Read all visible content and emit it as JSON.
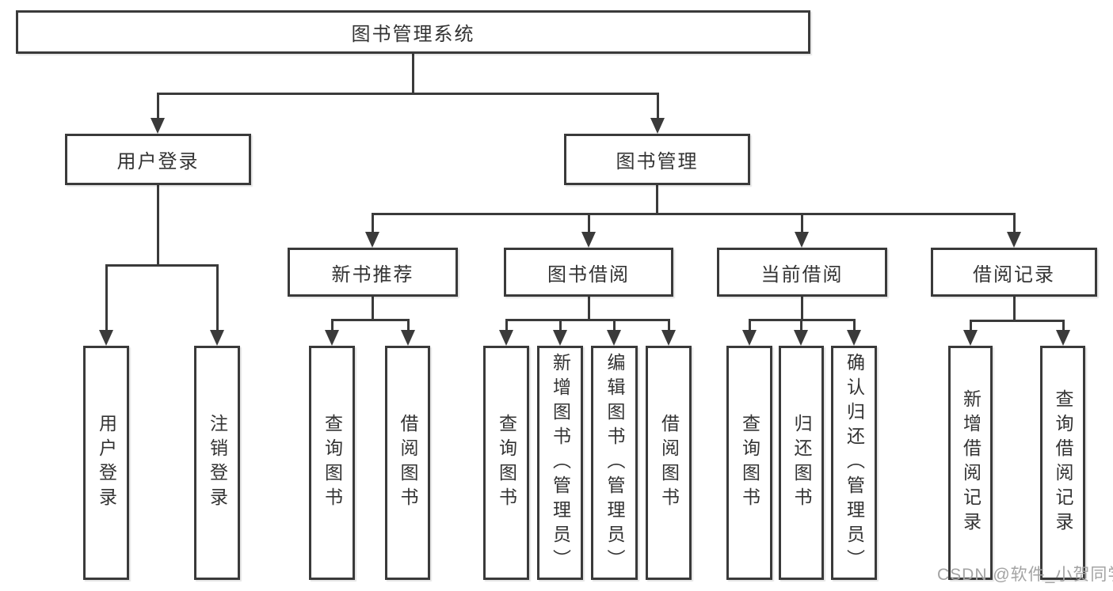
{
  "diagram": {
    "title": "图书管理系统",
    "watermark": "CSDN @软件_小贺同学",
    "colors": {
      "line": "#3a3a3a",
      "box_border": "#3a3a3a",
      "text": "#333333",
      "background": "#ffffff",
      "watermark": "#a3a3a3"
    },
    "nodes": [
      {
        "id": "root",
        "label": "图书管理系统",
        "level": 1,
        "parent": null,
        "orientation": "horizontal"
      },
      {
        "id": "user-login",
        "label": "用户登录",
        "level": 2,
        "parent": "root",
        "orientation": "horizontal"
      },
      {
        "id": "book-mgmt",
        "label": "图书管理",
        "level": 2,
        "parent": "root",
        "orientation": "horizontal"
      },
      {
        "id": "new-book-rec",
        "label": "新书推荐",
        "level": 3,
        "parent": "book-mgmt",
        "orientation": "horizontal"
      },
      {
        "id": "book-borrow",
        "label": "图书借阅",
        "level": 3,
        "parent": "book-mgmt",
        "orientation": "horizontal"
      },
      {
        "id": "current-borrow",
        "label": "当前借阅",
        "level": 3,
        "parent": "book-mgmt",
        "orientation": "horizontal"
      },
      {
        "id": "borrow-records",
        "label": "借阅记录",
        "level": 3,
        "parent": "book-mgmt",
        "orientation": "horizontal"
      },
      {
        "id": "login",
        "label": "用户登录",
        "level": 4,
        "parent": "user-login",
        "orientation": "vertical"
      },
      {
        "id": "logout",
        "label": "注销登录",
        "level": 4,
        "parent": "user-login",
        "orientation": "vertical"
      },
      {
        "id": "rec-query-books",
        "label": "查询图书",
        "level": 4,
        "parent": "new-book-rec",
        "orientation": "vertical"
      },
      {
        "id": "rec-borrow-books",
        "label": "借阅图书",
        "level": 4,
        "parent": "new-book-rec",
        "orientation": "vertical"
      },
      {
        "id": "bb-query-books",
        "label": "查询图书",
        "level": 4,
        "parent": "book-borrow",
        "orientation": "vertical"
      },
      {
        "id": "bb-add-books",
        "label": "新增图书（管理员）",
        "level": 4,
        "parent": "book-borrow",
        "orientation": "vertical"
      },
      {
        "id": "bb-edit-books",
        "label": "编辑图书（管理员）",
        "level": 4,
        "parent": "book-borrow",
        "orientation": "vertical"
      },
      {
        "id": "bb-borrow-books",
        "label": "借阅图书",
        "level": 4,
        "parent": "book-borrow",
        "orientation": "vertical"
      },
      {
        "id": "cb-query-books",
        "label": "查询图书",
        "level": 4,
        "parent": "current-borrow",
        "orientation": "vertical"
      },
      {
        "id": "cb-return-books",
        "label": "归还图书",
        "level": 4,
        "parent": "current-borrow",
        "orientation": "vertical"
      },
      {
        "id": "cb-confirm-return",
        "label": "确认归还（管理员）",
        "level": 4,
        "parent": "current-borrow",
        "orientation": "vertical"
      },
      {
        "id": "br-add-record",
        "label": "新增借阅记录",
        "level": 4,
        "parent": "borrow-records",
        "orientation": "vertical"
      },
      {
        "id": "br-query-record",
        "label": "查询借阅记录",
        "level": 4,
        "parent": "borrow-records",
        "orientation": "vertical"
      }
    ]
  }
}
